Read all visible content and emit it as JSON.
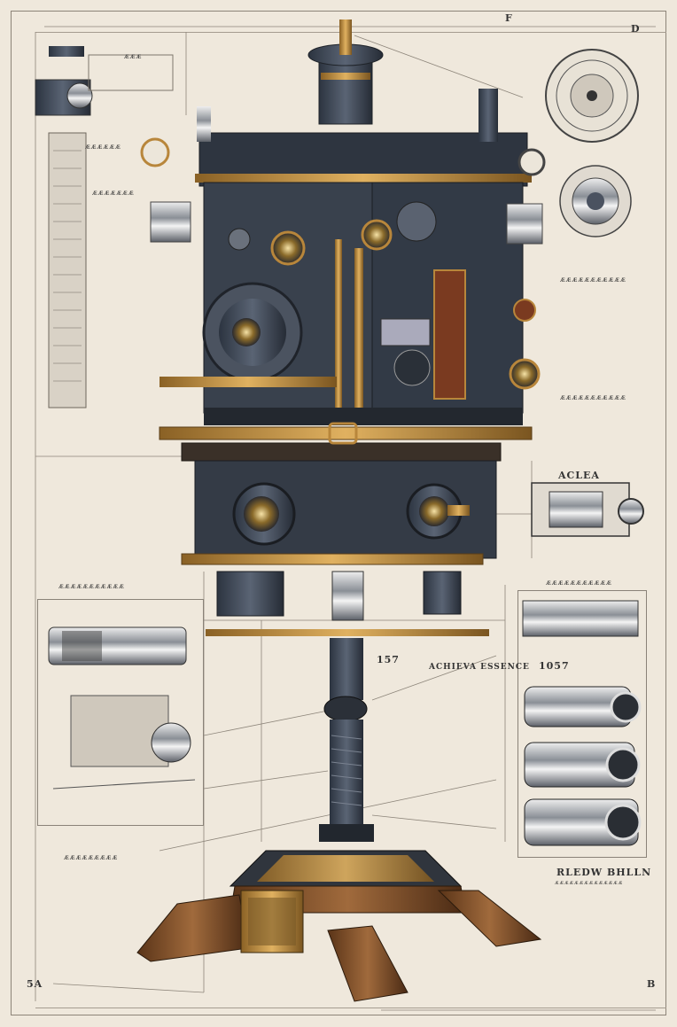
{
  "corner_marks": {
    "top_center": "F",
    "top_right": "D",
    "bottom_left": "5A",
    "bottom_right": "B"
  },
  "labels": {
    "l1": "ᴁᴁᴁ",
    "l2": "ᴁᴁᴁᴁᴁᴁ",
    "l3": "ᴁᴁᴁᴁᴁᴁᴁ",
    "l4": "ᴁᴁᴁᴁᴁᴁᴁᴁᴁᴁᴁ",
    "l5": "ᴁᴁᴁᴁᴁᴁᴁᴁᴁᴁᴁ",
    "heading_right": "ACLEA",
    "panel_caption_right": "ᴁᴁᴁᴁᴁᴁᴁᴁᴁᴁᴁ",
    "number_1": "1057",
    "number_2": "157",
    "heading_mid": "ACHIEVA ESSENCE",
    "caption_left_1": "ᴁᴁᴁᴁᴁᴁᴁᴁᴁᴁᴁ",
    "caption_left_2": "ᴁᴁᴁᴁᴁᴁᴁᴁᴁ",
    "footer_right_title": "RLEDW BHLLN",
    "footer_right_sub": "ᴁᴁᴁᴁᴁᴁᴁᴁᴁᴁᴁᴁᴁᴁ"
  },
  "colors": {
    "paper": "#efe8dc",
    "steel": "#3a4250",
    "brass": "#b8863b",
    "copper": "#9a5a2e",
    "wood": "#7a4a2a",
    "line": "#7d766c"
  }
}
